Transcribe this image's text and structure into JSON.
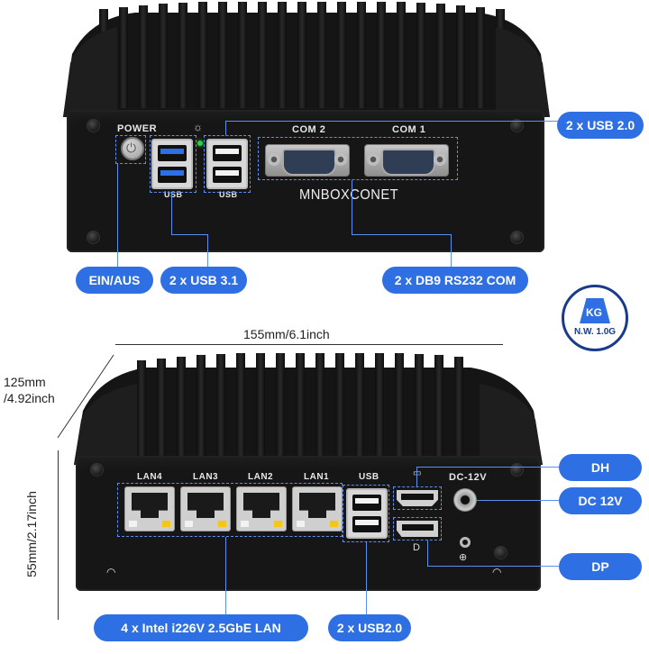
{
  "top_unit": {
    "power_label": "POWER",
    "usb_label_left": "USB",
    "usb_label_right": "USB",
    "com2_label": "COM 2",
    "com1_label": "COM 1",
    "brand": "MNBOXCONET"
  },
  "bottom_unit": {
    "lan_labels": [
      "LAN4",
      "LAN3",
      "LAN2",
      "LAN1"
    ],
    "usb_label": "USB",
    "dc_label": "DC-12V"
  },
  "callouts": {
    "usb20_top": "2 x USB 2.0",
    "ein_aus": "EIN/AUS",
    "usb31": "2 x USB 3.1",
    "db9": "2 x DB9 RS232 COM",
    "dh": "DH",
    "dc": "DC 12V",
    "dp": "DP",
    "lan": "4 x Intel i226V 2.5GbE LAN",
    "usb20_bottom": "2 x USB2.0"
  },
  "dimensions": {
    "width": "155mm/6.1inch",
    "depth_line1": "125mm",
    "depth_line2": "/4.92inch",
    "height": "55mm/2.17inch"
  },
  "weight_badge": {
    "kg": "KG",
    "weight": "N.W. 1.0G"
  },
  "colors": {
    "callout_blue": "#2f6fe4",
    "device_black": "#161616",
    "badge_navy": "#1a3b8c"
  }
}
